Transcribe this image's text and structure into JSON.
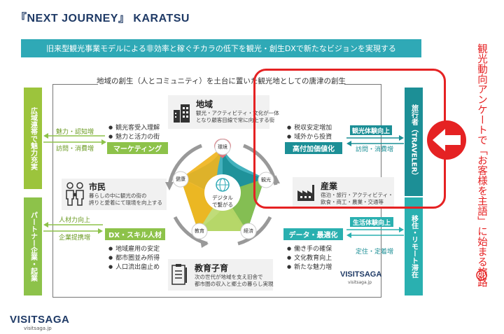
{
  "title": "『NEXT JOURNEY』 KARATSU",
  "banner": "旧来型観光事業モデルによる非効率と稼ぐチカラの低下を観光・創生DXで新たなビジョンを実現する",
  "foundation": "地域の創生（人とコミュニティ）を土台に置いた観光地としての唐津の創生",
  "left_bars": {
    "top": "広域連帯で魅力充実",
    "bottom": "パートナー企業・起業"
  },
  "right_bars": {
    "top": "旅行者（TRAVELER）",
    "bottom": "移住・リモート滞在"
  },
  "tags": {
    "marketing": "マーケティング",
    "high_value": "高付加価値化",
    "dx_skill": "DX・スキル人材",
    "data_opt": "データ・最適化",
    "experience_up": "観光体験向上",
    "life_experience_up": "生活体験向上"
  },
  "small_labels": {
    "attract": "魅力・認知増",
    "visit_consume_left": "訪問・消費増",
    "visit_consume_right": "訪問・消費増",
    "talent_up": "人材力向上",
    "corp_partner": "企業提携増",
    "settle": "定住・定着増"
  },
  "bullets": {
    "marketing": [
      "観光客受入理解",
      "魅力と活力の街"
    ],
    "high_value": [
      "税収安定増加",
      "域外から投資"
    ],
    "dx_skill": [
      "地域雇用の安定",
      "都市圏並み所得",
      "人口流出歯止め"
    ],
    "data_opt": [
      "働き手の確保",
      "文化教育向上",
      "新たな魅力増"
    ]
  },
  "boxes": {
    "region": {
      "title": "地域",
      "desc": [
        "観光・アクティビティ・文化が一体",
        "となり顧客目線で常に向上する街"
      ],
      "icon": "city-building-icon"
    },
    "citizen": {
      "title": "市民",
      "desc": [
        "暮らしの中に観光の街の",
        "誇りと愛着にて環境を向上する"
      ],
      "icon": "family-icon"
    },
    "industry": {
      "title": "産業",
      "desc": [
        "宿泊・旅行・アクティビティ・",
        "飲食・商工・農業・交通等"
      ],
      "icon": "factory-icon"
    },
    "education": {
      "title": "教育子育",
      "desc": [
        "次の世代が地域を支え旧舎で",
        "都市圏の収入と郷土の暮らし実現"
      ],
      "icon": "checklist-icon"
    }
  },
  "center": {
    "label": "デジタルで繋がる",
    "petals": [
      "環境",
      "観光",
      "経済",
      "教育",
      "健康"
    ]
  },
  "vertical_caption": "観光動向アンケートで「お客様を主語」に始まる旅路",
  "logo_main": "VISITSAGA",
  "logo_sub": "visitsaga.jp",
  "colors": {
    "navy": "#1f3a66",
    "teal": "#2fa9b6",
    "dark_teal": "#1c8f96",
    "green": "#8dc24a",
    "red": "#e52223"
  }
}
